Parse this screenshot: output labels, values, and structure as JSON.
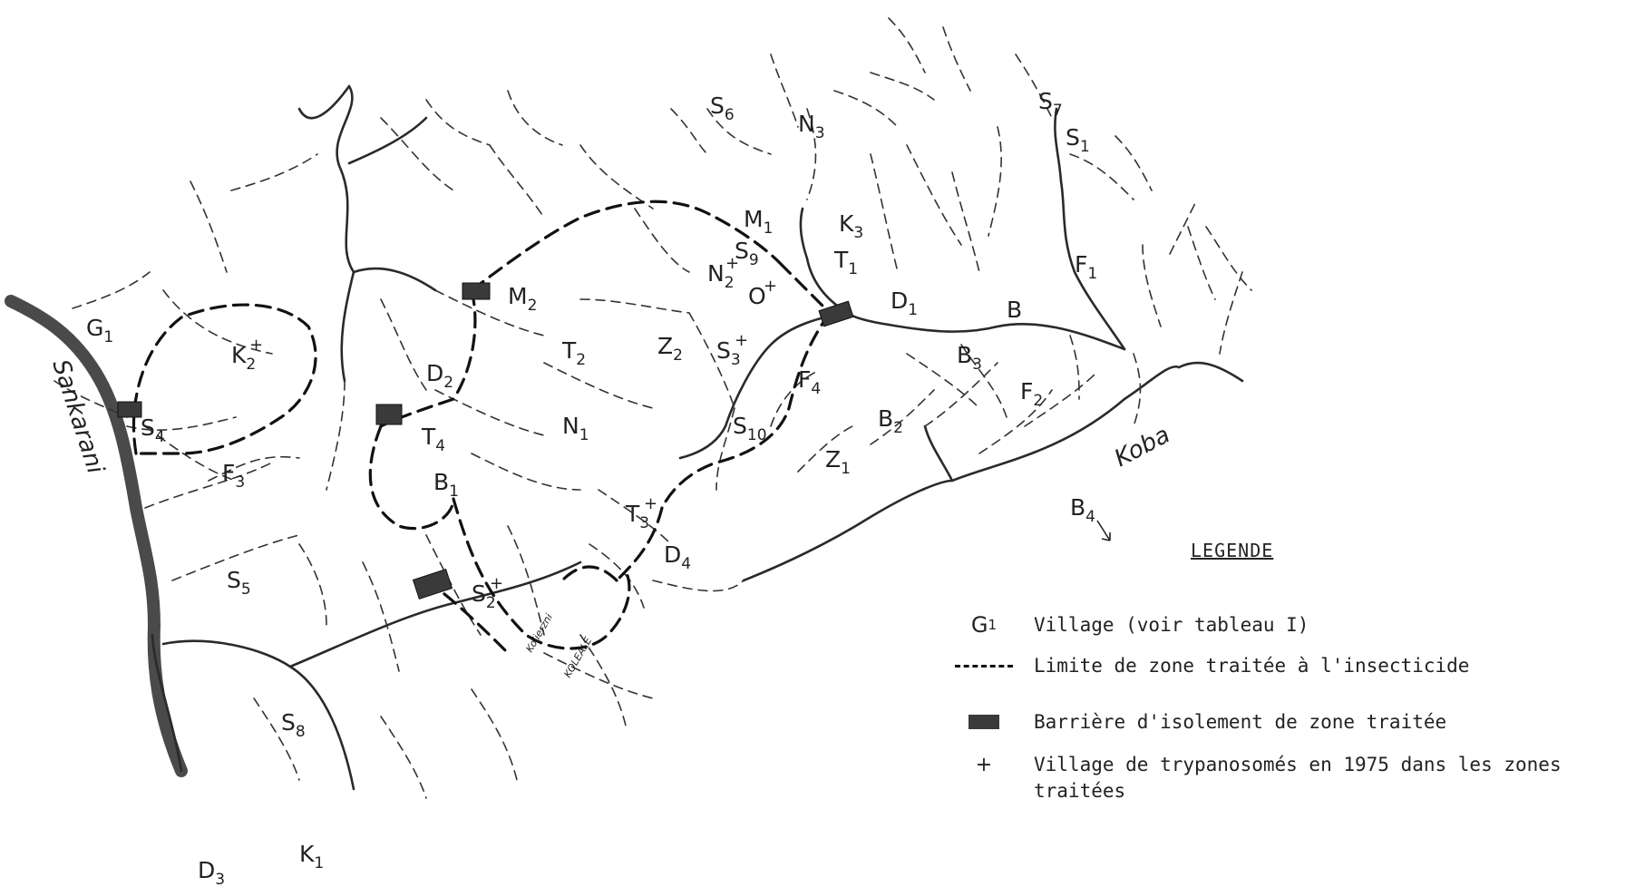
{
  "map": {
    "villages": [
      {
        "id": "G1",
        "base": "G",
        "sub": "1",
        "plus": false
      },
      {
        "id": "K2",
        "base": "K",
        "sub": "2",
        "plus": true
      },
      {
        "id": "S4",
        "base": "S",
        "sub": "4",
        "plus": false
      },
      {
        "id": "F3",
        "base": "F",
        "sub": "3",
        "plus": false
      },
      {
        "id": "D2",
        "base": "D",
        "sub": "2",
        "plus": false
      },
      {
        "id": "M2",
        "base": "M",
        "sub": "2",
        "plus": false
      },
      {
        "id": "T4",
        "base": "T",
        "sub": "4",
        "plus": false
      },
      {
        "id": "B1",
        "base": "B",
        "sub": "1",
        "plus": false
      },
      {
        "id": "S5",
        "base": "S",
        "sub": "5",
        "plus": false
      },
      {
        "id": "S2",
        "base": "S",
        "sub": "2",
        "plus": true
      },
      {
        "id": "S8",
        "base": "S",
        "sub": "8",
        "plus": false
      },
      {
        "id": "K1",
        "base": "K",
        "sub": "1",
        "plus": false
      },
      {
        "id": "D3",
        "base": "D",
        "sub": "3",
        "plus": false
      },
      {
        "id": "T2",
        "base": "T",
        "sub": "2",
        "plus": false
      },
      {
        "id": "Z2",
        "base": "Z",
        "sub": "2",
        "plus": false
      },
      {
        "id": "S3",
        "base": "S",
        "sub": "3",
        "plus": true
      },
      {
        "id": "N1",
        "base": "N",
        "sub": "1",
        "plus": false
      },
      {
        "id": "S10",
        "base": "S",
        "sub": "10",
        "plus": false
      },
      {
        "id": "T3",
        "base": "T",
        "sub": "3",
        "plus": true
      },
      {
        "id": "D4",
        "base": "D",
        "sub": "4",
        "plus": false
      },
      {
        "id": "M1",
        "base": "M",
        "sub": "1",
        "plus": false
      },
      {
        "id": "S9",
        "base": "S",
        "sub": "9",
        "plus": false
      },
      {
        "id": "N2",
        "base": "N",
        "sub": "2",
        "plus": true
      },
      {
        "id": "O",
        "base": "O",
        "sub": "",
        "plus": true
      },
      {
        "id": "K3",
        "base": "K",
        "sub": "3",
        "plus": false
      },
      {
        "id": "T1",
        "base": "T",
        "sub": "1",
        "plus": false
      },
      {
        "id": "D1",
        "base": "D",
        "sub": "1",
        "plus": false
      },
      {
        "id": "B",
        "base": "B",
        "sub": "",
        "plus": false
      },
      {
        "id": "B3",
        "base": "B",
        "sub": "3",
        "plus": false
      },
      {
        "id": "F2",
        "base": "F",
        "sub": "2",
        "plus": false
      },
      {
        "id": "F4",
        "base": "F",
        "sub": "4",
        "plus": false
      },
      {
        "id": "B2",
        "base": "B",
        "sub": "2",
        "plus": false
      },
      {
        "id": "Z1",
        "base": "Z",
        "sub": "1",
        "plus": false
      },
      {
        "id": "B4",
        "base": "B",
        "sub": "4",
        "plus": false
      },
      {
        "id": "S6",
        "base": "S",
        "sub": "6",
        "plus": false
      },
      {
        "id": "N3",
        "base": "N",
        "sub": "3",
        "plus": false
      },
      {
        "id": "S7",
        "base": "S",
        "sub": "7",
        "plus": false
      },
      {
        "id": "S1",
        "base": "S",
        "sub": "1",
        "plus": false
      },
      {
        "id": "F1",
        "base": "F",
        "sub": "1",
        "plus": false
      }
    ],
    "rivers": {
      "sankarani": "Sankarani",
      "koba": "Koba"
    },
    "place_text": {
      "kolierzni": "Kolierzni",
      "koleale": "KOLEALE"
    },
    "colors": {
      "ink": "#222222",
      "barrier": "#3a3a3a",
      "paper": "#ffffff"
    }
  },
  "legend": {
    "title": "LEGENDE",
    "items": [
      {
        "symbol": "G1",
        "sym_base": "G",
        "sym_sub": "1",
        "text": "Village (voir tableau I)"
      },
      {
        "symbol": "dashed-line",
        "text": "Limite de zone traitée à l'insecticide"
      },
      {
        "symbol": "barrier-block",
        "text": "Barrière d'isolement de zone traitée"
      },
      {
        "symbol": "+",
        "text": "Village de trypanosomés en 1975 dans les zones traitées"
      }
    ]
  }
}
